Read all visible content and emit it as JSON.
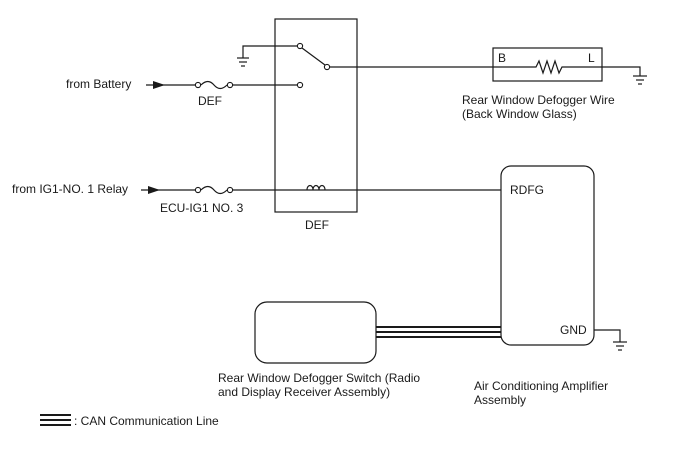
{
  "sources": {
    "battery": "from Battery",
    "ig1_relay": "from IG1-NO. 1 Relay"
  },
  "fuses": {
    "def": "DEF",
    "ecu_ig1": "ECU-IG1 NO. 3"
  },
  "relay": {
    "label": "DEF"
  },
  "defogger_wire": {
    "terminal_b": "B",
    "terminal_l": "L",
    "caption_line1": "Rear Window Defogger Wire",
    "caption_line2": "(Back Window Glass)"
  },
  "amplifier": {
    "terminal_rdfg": "RDFG",
    "terminal_gnd": "GND",
    "caption_line1": "Air Conditioning Amplifier",
    "caption_line2": "Assembly"
  },
  "switch": {
    "caption_line1": "Rear Window Defogger Switch (Radio",
    "caption_line2": "and Display Receiver Assembly)"
  },
  "legend": {
    "can_label": ": CAN Communication Line"
  }
}
